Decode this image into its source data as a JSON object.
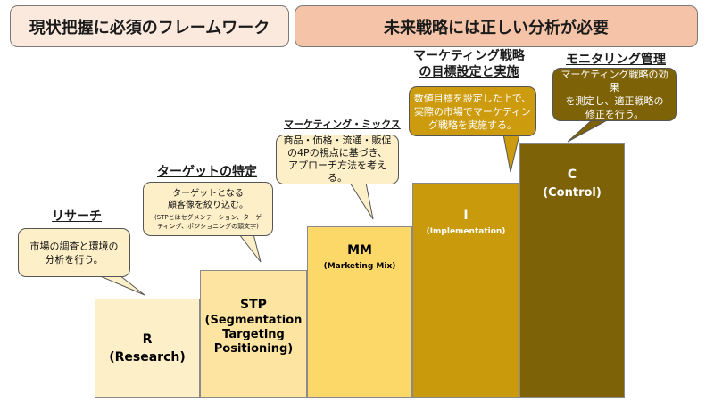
{
  "banners": {
    "left": "現状把握に必須のフレームワーク",
    "right": "未来戦略には正しい分析が必要"
  },
  "steps": {
    "r": {
      "code": "R",
      "full": "(Research)"
    },
    "stp": {
      "code": "STP",
      "full": "(Segmentation\nTargeting\nPositioning)"
    },
    "mm": {
      "code": "MM",
      "sub": "(Marketing Mix)"
    },
    "i": {
      "code": "I",
      "sub": "(Implementation)"
    },
    "c": {
      "code": "C",
      "full": "(Control)"
    }
  },
  "headings": {
    "research": "リサーチ",
    "stp": "ターゲットの特定",
    "mm": "マーケティング・ミックス",
    "implementation": "マーケティング戦略\nの目標設定と実施",
    "control": "モニタリング管理"
  },
  "bubbles": {
    "research": "市場の調査と環境の\n分析を行う。",
    "stp_main": "ターゲットとなる\n顧客像を絞り込む。",
    "stp_note": "(STPとはセグメンテーション、ターゲ\nティング、ポジショニングの頭文字)",
    "mm": "商品・価格・流通・販促\nの4Pの視点に基づき、\nアプローチ方法を考える。",
    "implementation": "数値目標を設定した上で、\n実際の市場でマーケティン\nグ戦略を実施する。",
    "control": "マーケティング戦略の効果\nを測定し、適正戦略の\n修正を行う。"
  },
  "colors": {
    "banner_left": "#fbe9dd",
    "banner_right": "#f5c4a8",
    "step_r": "#fdefc7",
    "step_stp": "#fde5a1",
    "step_mm": "#fcd869",
    "step_i": "#c99a0c",
    "step_c": "#7d6208"
  }
}
